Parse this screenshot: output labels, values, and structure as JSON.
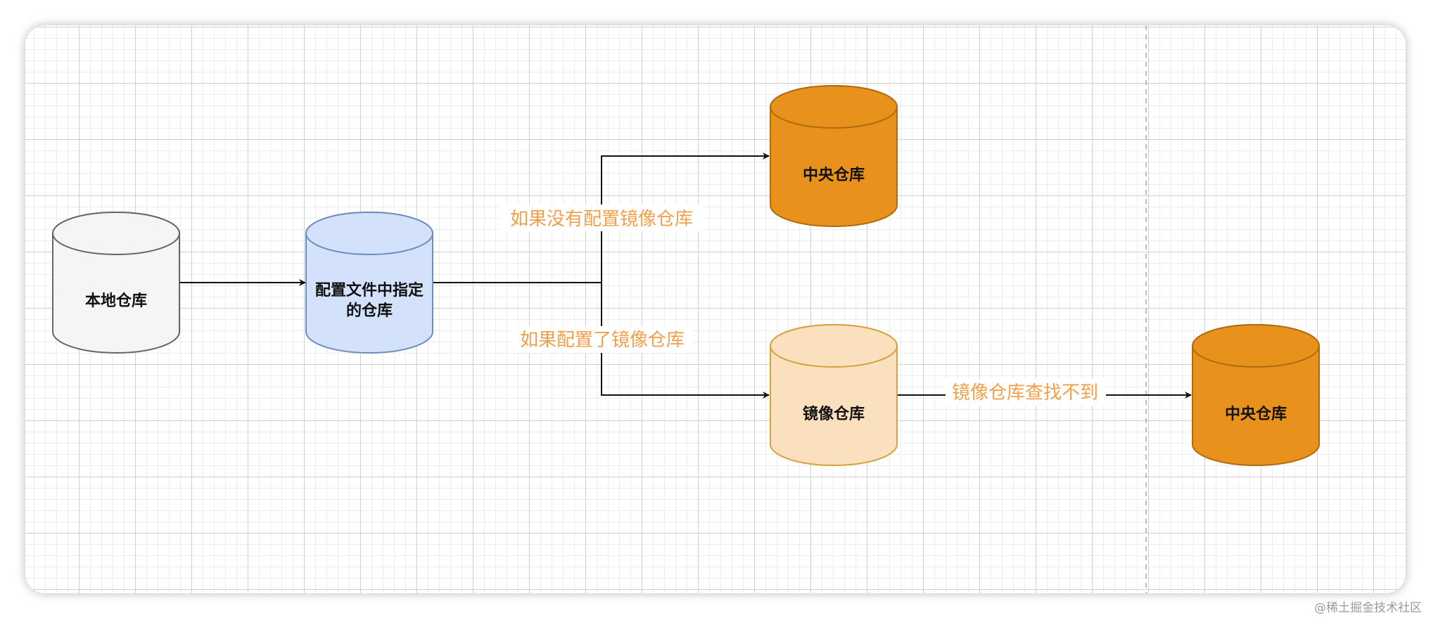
{
  "nodes": {
    "local_repo": {
      "label": "本地仓库",
      "fill": "#f5f5f5",
      "stroke": "#666666"
    },
    "config_repo": {
      "label_line1": "配置文件中指定",
      "label_line2": "的仓库",
      "fill": "#d4e1fa",
      "stroke": "#6c8ebf"
    },
    "central_repo_top": {
      "label": "中央仓库",
      "fill": "#e8911c",
      "stroke": "#b06a10"
    },
    "mirror_repo": {
      "label": "镜像仓库",
      "fill": "#fbe0c0",
      "stroke": "#d6a23a"
    },
    "central_repo_right": {
      "label": "中央仓库",
      "fill": "#e8911c",
      "stroke": "#b06a10"
    }
  },
  "edges": {
    "no_mirror": {
      "label": "如果没有配置镜像仓库"
    },
    "with_mirror": {
      "label": "如果配置了镜像仓库"
    },
    "mirror_not_found": {
      "label": "镜像仓库查找不到"
    }
  },
  "colors": {
    "edge_line": "#111111",
    "edge_label": "#f0a04b",
    "page_divider": "#a8a8a8"
  },
  "watermark": "@稀土掘金技术社区"
}
